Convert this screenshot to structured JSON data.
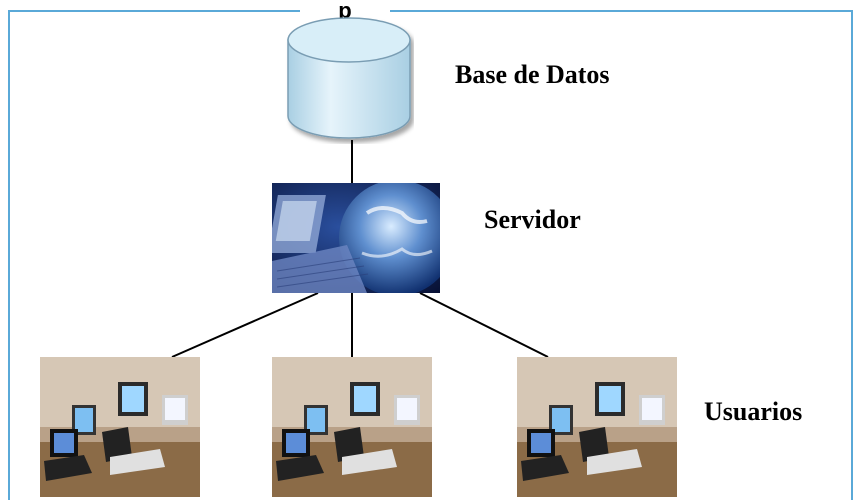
{
  "diagram": {
    "top_label": "p",
    "database_label": "Base de Datos",
    "server_label": "Servidor",
    "users_label": "Usuarios"
  },
  "nodes": {
    "database": "database-cylinder",
    "server": "server-globe-image",
    "users": [
      "user-workstation-photo",
      "user-workstation-photo",
      "user-workstation-photo"
    ]
  },
  "colors": {
    "frame": "#5aa9d8",
    "cylinder_fill": "#cfe8f4",
    "cylinder_stroke": "#7a9db3",
    "link": "#000000"
  }
}
